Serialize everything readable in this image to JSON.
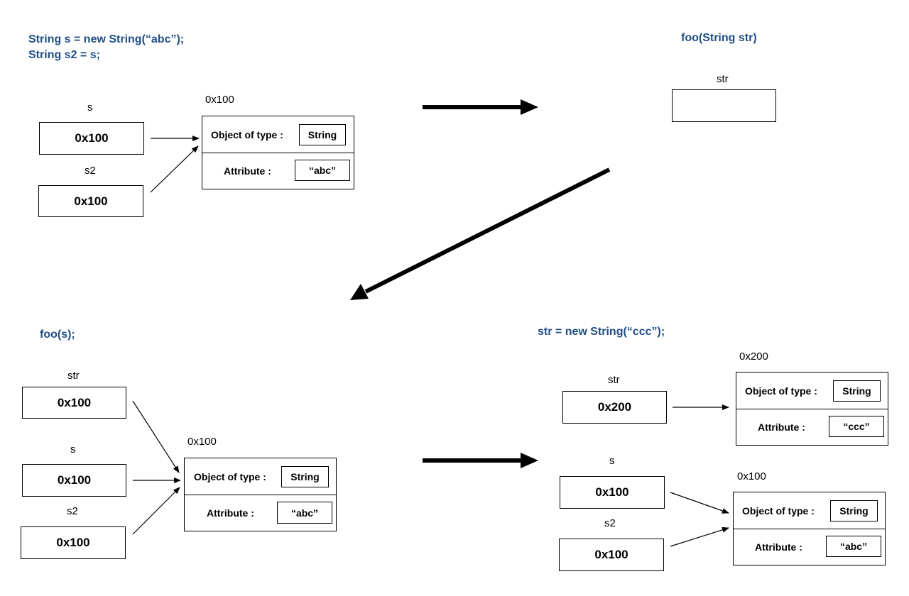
{
  "panel1": {
    "code_line1": "String s = new String(“abc”);",
    "code_line2": "String s2 = s;",
    "var_s": {
      "name": "s",
      "value": "0x100"
    },
    "var_s2": {
      "name": "s2",
      "value": "0x100"
    },
    "object": {
      "address": "0x100",
      "type_label": "Object of type :",
      "type_value": "String",
      "attr_label": "Attribute :",
      "attr_value": "“abc”"
    }
  },
  "panel2": {
    "code": "foo(String str)",
    "var_str": {
      "name": "str",
      "value": ""
    }
  },
  "panel3": {
    "code": "foo(s);",
    "var_str": {
      "name": "str",
      "value": "0x100"
    },
    "var_s": {
      "name": "s",
      "value": "0x100"
    },
    "var_s2": {
      "name": "s2",
      "value": "0x100"
    },
    "object": {
      "address": "0x100",
      "type_label": "Object of type :",
      "type_value": "String",
      "attr_label": "Attribute :",
      "attr_value": "“abc”"
    }
  },
  "panel4": {
    "code": "str = new String(“ccc”);",
    "var_str": {
      "name": "str",
      "value": "0x200"
    },
    "var_s": {
      "name": "s",
      "value": "0x100"
    },
    "var_s2": {
      "name": "s2",
      "value": "0x100"
    },
    "object_new": {
      "address": "0x200",
      "type_label": "Object of type :",
      "type_value": "String",
      "attr_label": "Attribute :",
      "attr_value": "“ccc”"
    },
    "object_old": {
      "address": "0x100",
      "type_label": "Object of type :",
      "type_value": "String",
      "attr_label": "Attribute :",
      "attr_value": "“abc”"
    }
  },
  "colors": {
    "code": "#1f4e85",
    "stroke": "#000000"
  }
}
